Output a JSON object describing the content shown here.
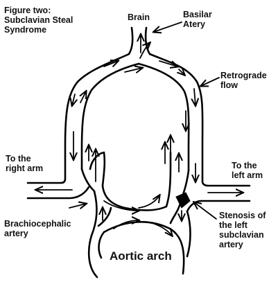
{
  "title_lines": "Figure two:\nSubclavian Steal\nSyndrome",
  "labels": {
    "brain": "Brain",
    "basilar": "Basilar\nAtery",
    "retrograde": "Retrograde\nflow",
    "right_arm": "To the\nright arm",
    "left_arm": "To the\nleft arm",
    "brachiocephalic": "Brachiocephalic\nartery",
    "stenosis": "Stenosis of\nthe left\nsubclavian\nartery",
    "aortic_arch": "Aortic arch"
  },
  "colors": {
    "ink": "#000000",
    "background": "#ffffff"
  }
}
